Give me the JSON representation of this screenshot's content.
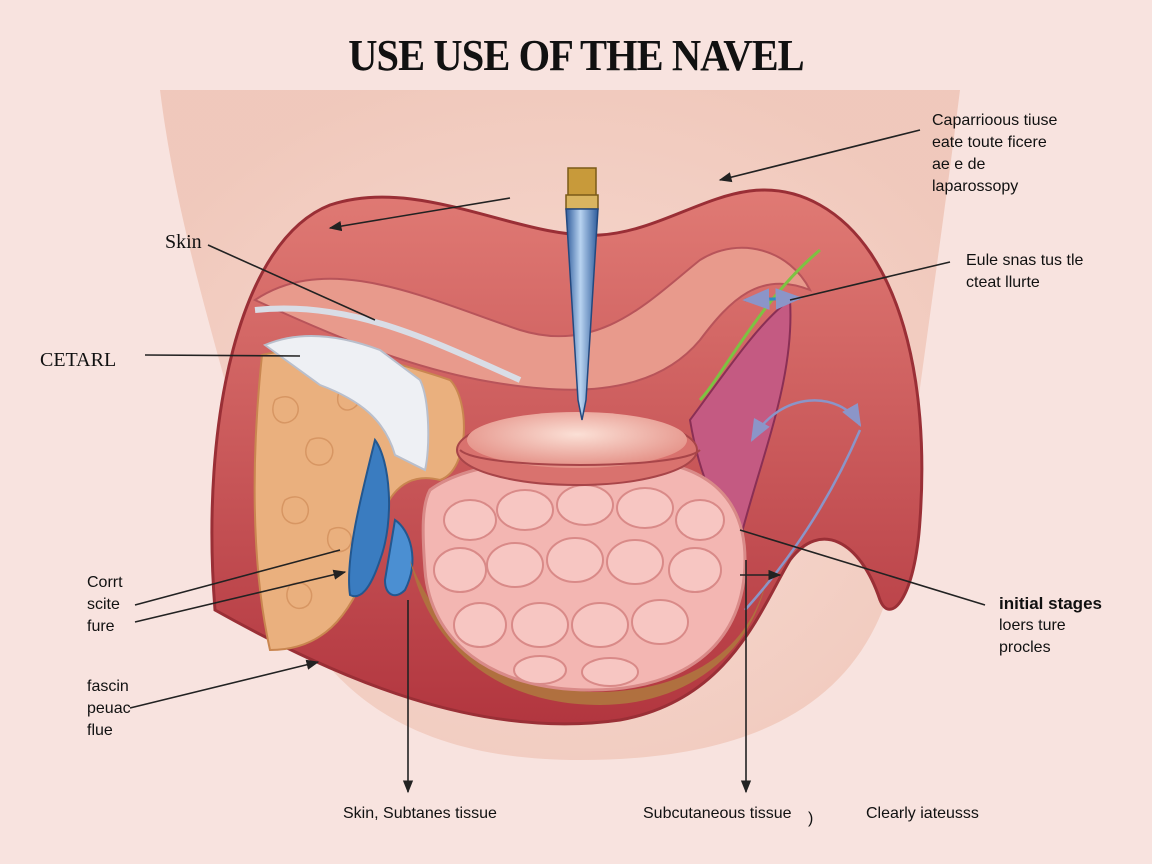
{
  "title": "USE USE OF THE NAVEL",
  "labels": {
    "top_right": [
      "Caparrioous tiuse",
      "eate toute ficere",
      "ae e de",
      "laparossopy"
    ],
    "right_mid": [
      "Eule snas tus tle",
      "cteat llurte"
    ],
    "right_low": [
      "initial stages",
      "loers ture",
      "procles"
    ],
    "skin": "Skin",
    "cetarl": "CETARL",
    "left_mid": [
      "Corrt",
      "scite",
      "fure"
    ],
    "left_low": [
      "fascin",
      "peuac",
      "flue"
    ],
    "bottom_left": "Skin, Subtanes tissue",
    "bottom_mid": "Subcutaneous tissue",
    "bottom_mid_mark": ")",
    "bottom_right": "Clearly iateusss"
  },
  "colors": {
    "background": "#f8e3df",
    "skin": "#f2c8bc",
    "tissue_red": "#c9474f",
    "intestine": "#f3b3b0",
    "fat": "#e9b07e",
    "instrument": "#5b8dc9",
    "arrow_blue": "#7c8fc4"
  },
  "icons": [
    "laparoscopic-trocar-icon"
  ]
}
